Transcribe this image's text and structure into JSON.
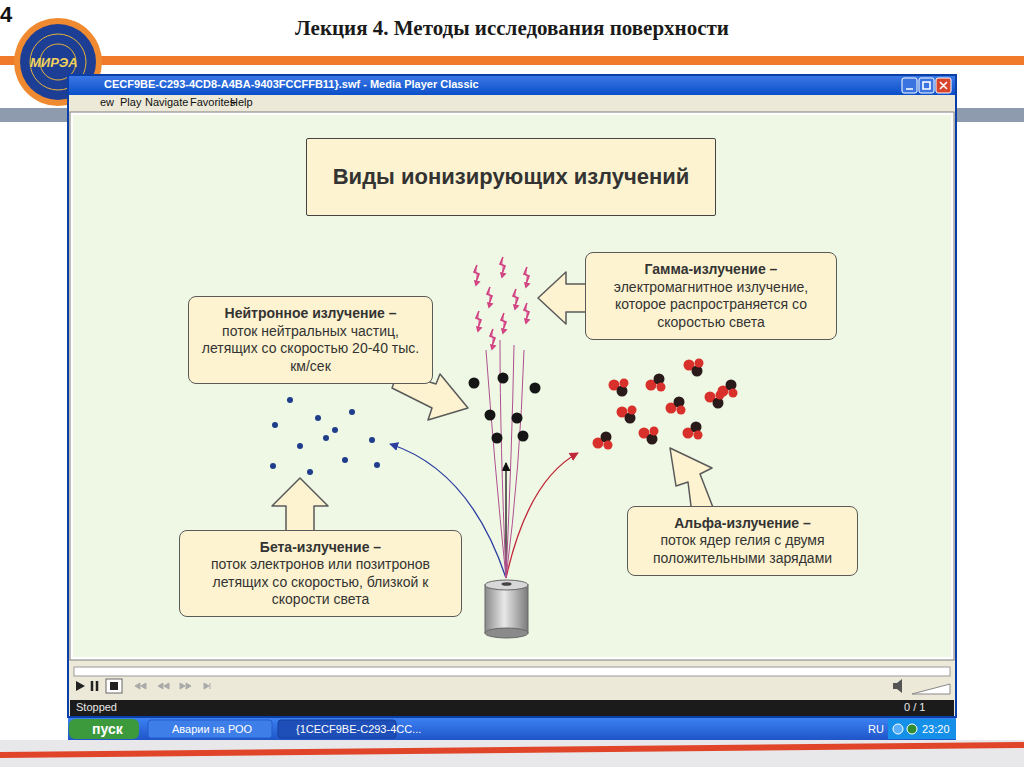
{
  "diagram": {
    "title": "Лекция 4. Методы исследования поверхности",
    "nodes": [
      {
        "text": [
          "Виды ионизирующих излучений"
        ]
      },
      {
        "text": [
          "Гамма-излучение –",
          "электромагнитное излучение, которое распространяется со скоростью света"
        ]
      },
      {
        "text": [
          "Нейтронное излучение –",
          "поток нейтральных частиц, летящих со скоростью 20-40 тыс. км/сек"
        ]
      },
      {
        "text": [
          "Альфа-излучение –",
          "поток ядер гелия с двумя положительными зарядами"
        ]
      },
      {
        "text": [
          "Бета-излучение –",
          "поток электронов или позитронов летящих со скоростью, близкой к скорости света"
        ]
      }
    ],
    "labels": [
      "4",
      "МИРЭА",
      "CECF9BE-C293-4CD8-A4BA-9403FCCFFB11}.swf - Media Player Classic",
      "ew",
      "Play",
      "Navigate",
      "Favorites",
      "Help",
      "Stopped",
      "0 / 1",
      "пуск",
      "Аварии на РОО",
      "{1CECF9BE-C293-4CC...",
      "RU",
      "23:20"
    ]
  }
}
